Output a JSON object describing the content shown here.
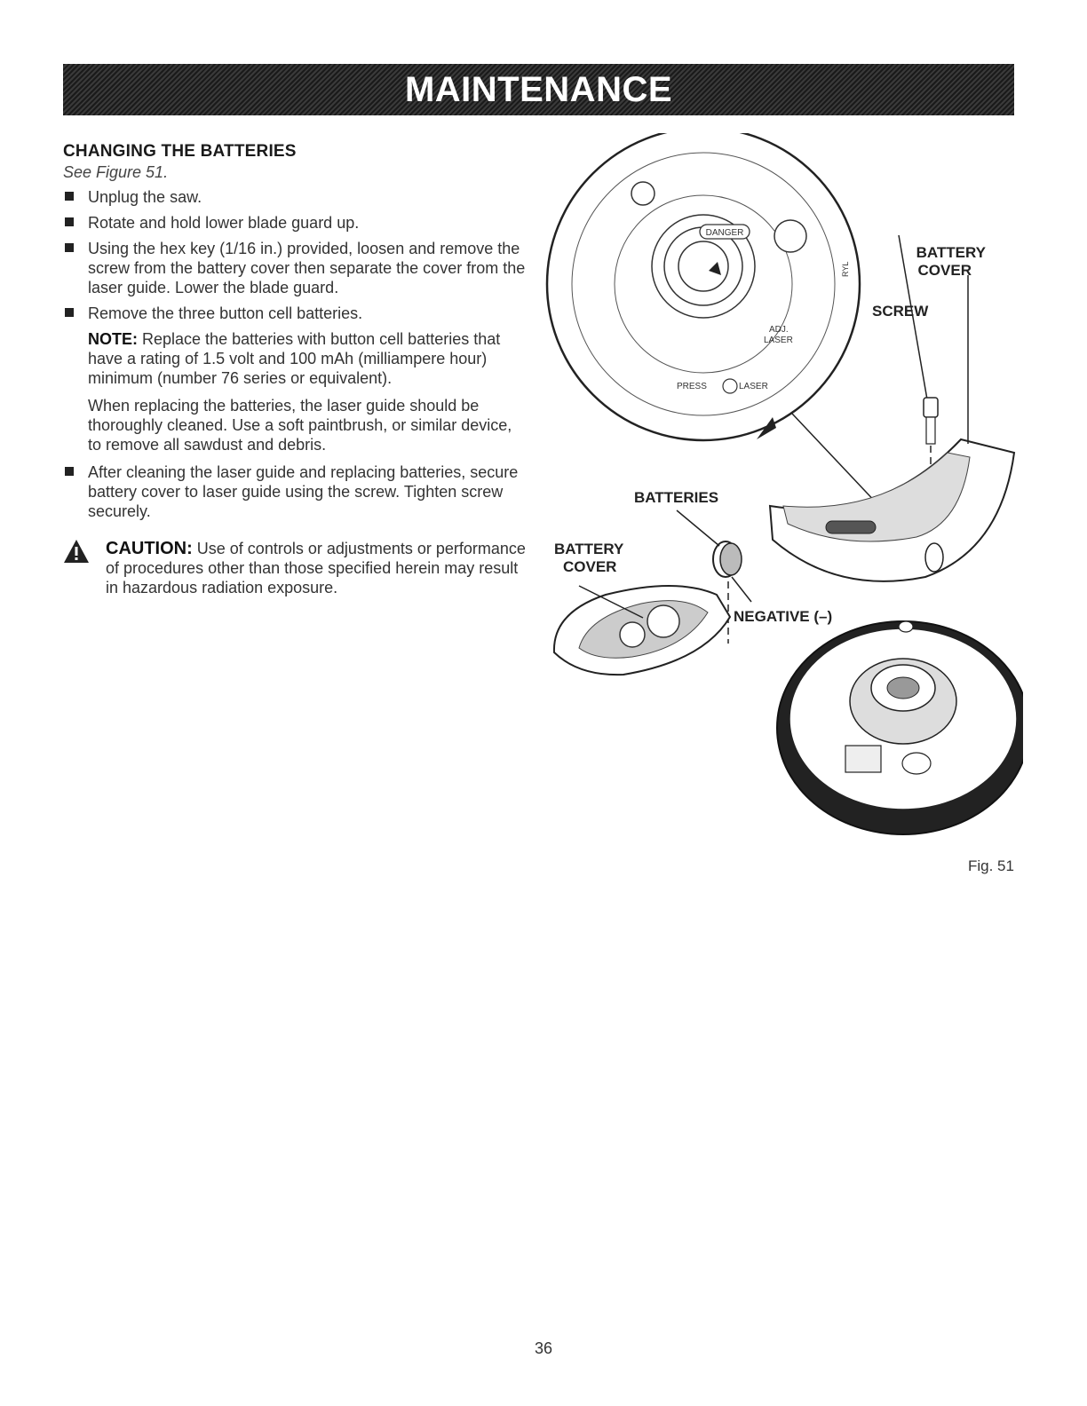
{
  "header": {
    "title": "MAINTENANCE"
  },
  "section": {
    "heading": "CHANGING THE BATTERIES",
    "see_figure": "See Figure 51.",
    "steps": [
      "Unplug the saw.",
      "Rotate and hold lower blade guard up.",
      "Using the hex key (1/16 in.) provided, loosen and remove the screw from the battery cover then separate the cover from the laser guide. Lower the blade guard.",
      "Remove the three button cell batteries."
    ],
    "note_label": "NOTE:",
    "note_text": "Replace the batteries with button cell batteries that have a rating of 1.5 volt and 100 mAh (milliampere hour) minimum (number 76 series or equivalent).",
    "cleaning_text": "When replacing the batteries, the laser guide should be thoroughly cleaned. Use a soft paintbrush, or similar device, to remove all sawdust and debris.",
    "final_step": "After cleaning the laser guide and replacing batteries, secure battery cover to laser guide using the screw. Tighten screw securely.",
    "caution_label": "CAUTION:",
    "caution_text": "Use of controls or adjustments or performance of procedures other than those specified herein may result in hazardous radiation exposure."
  },
  "figure": {
    "callouts": {
      "screw": "SCREW",
      "battery_cover_right_1": "BATTERY",
      "battery_cover_right_2": "COVER",
      "batteries": "BATTERIES",
      "battery_cover_left_1": "BATTERY",
      "battery_cover_left_2": "COVER",
      "negative": "NEGATIVE (–)"
    },
    "label_text": {
      "danger": "DANGER",
      "adj": "ADJ.",
      "laser": "LASER",
      "press": "PRESS",
      "press_laser": "LASER",
      "ryl": "RYL"
    },
    "caption": "Fig. 51"
  },
  "page_number": "36"
}
